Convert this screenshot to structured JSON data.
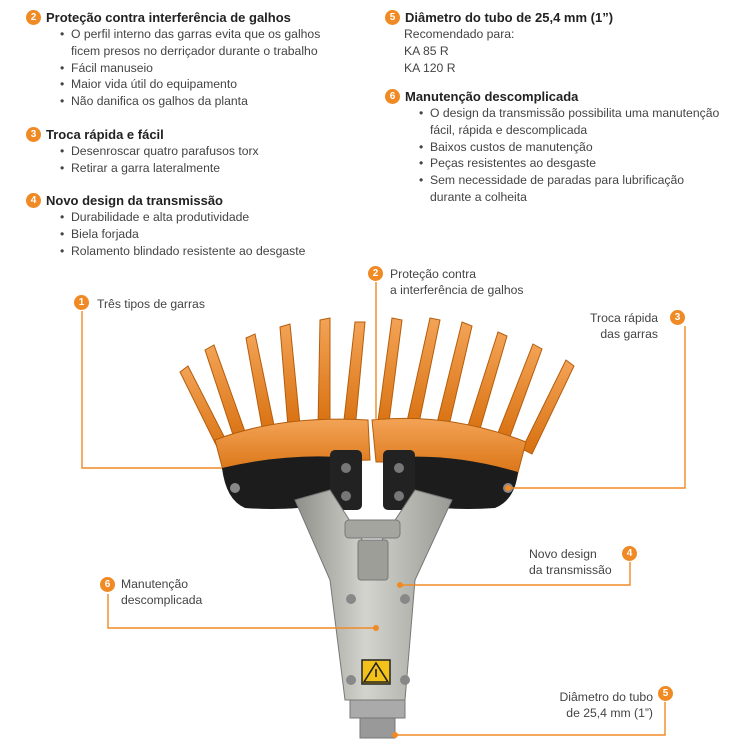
{
  "sections": {
    "s2": {
      "num": "2",
      "title": "Proteção contra interferência de galhos",
      "items": [
        "O perfil interno das garras evita que os galhos",
        "ficem presos no derriçador durante o trabalho",
        "Fácil manuseio",
        "Maior vida útil do equipamento",
        "Não danifica os galhos da planta"
      ]
    },
    "s3": {
      "num": "3",
      "title": "Troca rápida e fácil",
      "items": [
        "Desenroscar quatro parafusos torx",
        "Retirar a garra lateralmente"
      ]
    },
    "s4": {
      "num": "4",
      "title": "Novo design da transmissão",
      "items": [
        "Durabilidade e alta produtividade",
        "Biela forjada",
        "Rolamento blindado resistente ao desgaste"
      ]
    },
    "s5": {
      "num": "5",
      "title": "Diâmetro do tubo de 25,4 mm (1”)",
      "intro": "Recomendado para:",
      "items": [
        "KA 85 R",
        "KA 120 R"
      ]
    },
    "s6": {
      "num": "6",
      "title": "Manutenção descomplicada",
      "items": [
        "O design da transmissão possibilita uma manutenção",
        "fácil, rápida e descomplicada",
        "Baixos custos de manutenção",
        "Peças resistentes ao desgaste",
        "Sem necessidade de paradas para lubrificação",
        "durante a colheita"
      ]
    }
  },
  "callouts": {
    "c1": {
      "num": "1",
      "line1": "Três tipos de garras"
    },
    "c2": {
      "num": "2",
      "line1": "Proteção contra",
      "line2": "a interferência de galhos"
    },
    "c3": {
      "num": "3",
      "line1": "Troca rápida",
      "line2": "das garras"
    },
    "c4": {
      "num": "4",
      "line1": "Novo design",
      "line2": "da transmissão"
    },
    "c5": {
      "num": "5",
      "line1": "Diâmetro do tubo",
      "line2": "de 25,4 mm (1”)"
    },
    "c6": {
      "num": "6",
      "line1": "Manutenção",
      "line2": "descomplicada"
    }
  },
  "colors": {
    "accent": "#f08a24",
    "claw": "#e87e1c",
    "metal": "#b8b8b2",
    "black": "#1c1c1c"
  },
  "icons": {
    "warning": "warning-icon"
  }
}
